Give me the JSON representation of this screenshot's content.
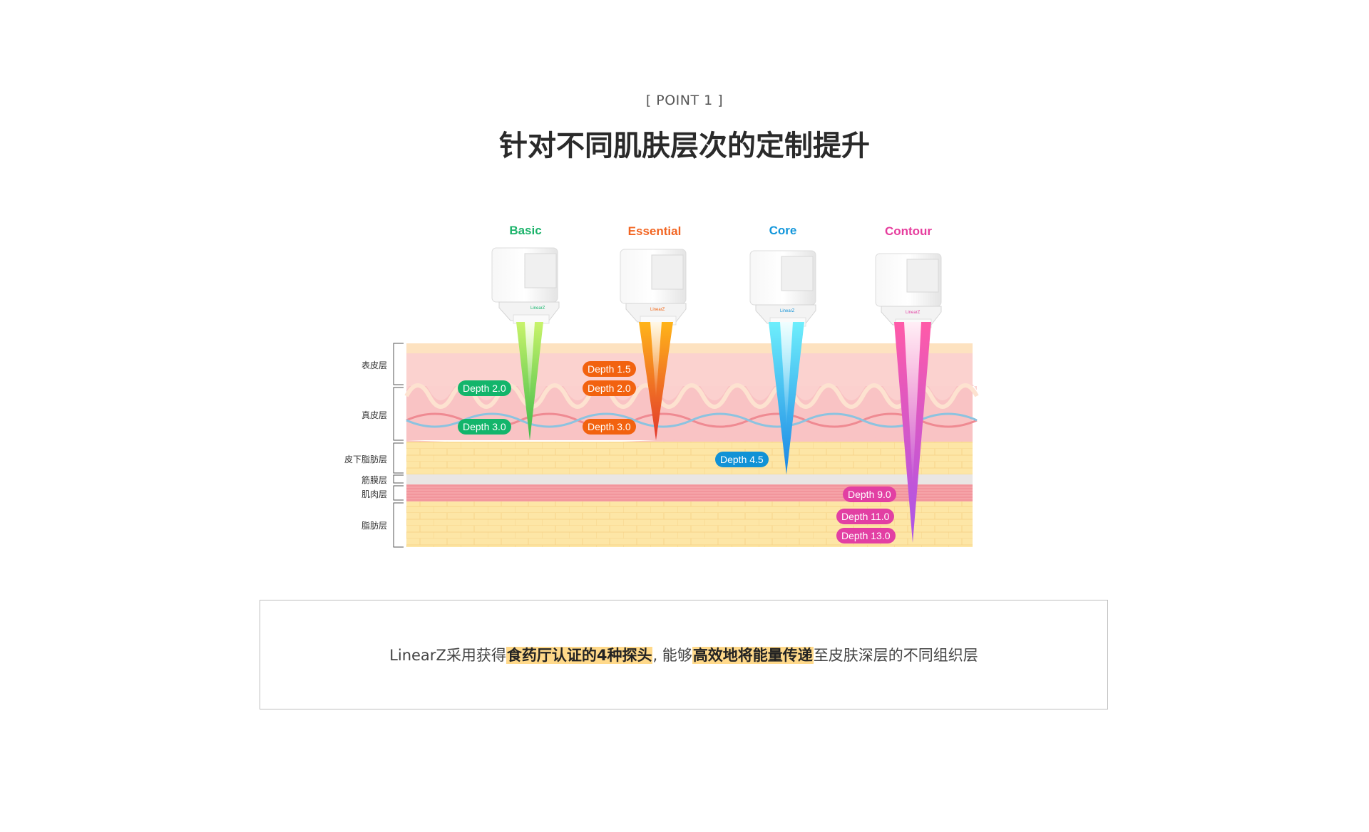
{
  "header": {
    "eyebrow": "[ POINT 1 ]",
    "title": "针对不同肌肤层次的定制提升"
  },
  "probes": [
    {
      "name": "Basic",
      "color": "#1cb36b",
      "beam": [
        "#b6ec5a",
        "#54c23a"
      ],
      "brand": "LinearZ"
    },
    {
      "name": "Essential",
      "color": "#f26522",
      "beam": [
        "#ffa31a",
        "#e8442a"
      ],
      "brand": "LinearZ"
    },
    {
      "name": "Core",
      "color": "#1296db",
      "beam": [
        "#5fe6f7",
        "#1f8fe5"
      ],
      "brand": "LinearZ"
    },
    {
      "name": "Contour",
      "color": "#e63c9d",
      "beam": [
        "#ff4fa5",
        "#b552e8"
      ],
      "brand": "LinearZ"
    }
  ],
  "layers": [
    {
      "label": "表皮层"
    },
    {
      "label": "真皮层"
    },
    {
      "label": "皮下脂肪层"
    },
    {
      "label": "筋膜层"
    },
    {
      "label": "肌肉层"
    },
    {
      "label": "脂肪层"
    }
  ],
  "depth_labels": [
    {
      "text": "Depth 2.0",
      "color": "#13b56b"
    },
    {
      "text": "Depth 3.0",
      "color": "#13b56b"
    },
    {
      "text": "Depth 1.5",
      "color": "#f2620f"
    },
    {
      "text": "Depth 2.0",
      "color": "#f2620f"
    },
    {
      "text": "Depth 3.0",
      "color": "#f2620f"
    },
    {
      "text": "Depth 4.5",
      "color": "#1192d6"
    },
    {
      "text": "Depth 9.0",
      "color": "#e23fa3"
    },
    {
      "text": "Depth 11.0",
      "color": "#e23fa3"
    },
    {
      "text": "Depth 13.0",
      "color": "#e23fa3"
    }
  ],
  "info": {
    "part1": "LinearZ采用获得",
    "highlight1": "食药厅认证的4种探头",
    "part2": ", 能够",
    "highlight2": "高效地将能量传递",
    "part3": "至皮肤深层的不同组织层"
  }
}
